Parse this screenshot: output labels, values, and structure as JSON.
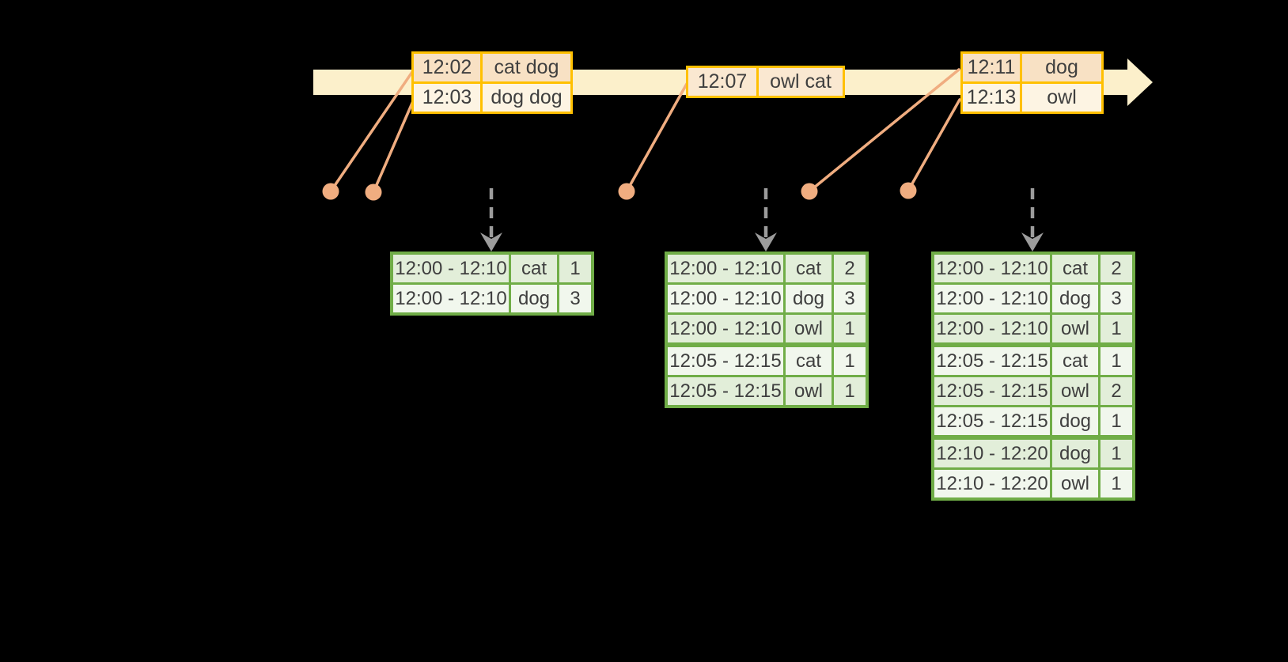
{
  "colors": {
    "background": "#000000",
    "timeline_band": "#fcf0cb",
    "event_table_border": "#ffc000",
    "event_row_dark": "#f8e1c4",
    "event_row_medium": "#fae8d1",
    "event_row_light": "#fdf4e3",
    "connector_salmon": "#f0ad80",
    "trigger_arrow_gray": "#9c9c9c",
    "result_table_border": "#70ad47",
    "result_row_dark": "#e2eed9",
    "result_row_light": "#f1f7ed",
    "text": "#3f3f3f"
  },
  "event_tables": [
    {
      "name": "input-batch-1",
      "rows": [
        {
          "time": "12:02",
          "words": "cat dog",
          "shade": "dark"
        },
        {
          "time": "12:03",
          "words": "dog dog",
          "shade": "light"
        }
      ]
    },
    {
      "name": "input-batch-2",
      "rows": [
        {
          "time": "12:07",
          "words": "owl cat",
          "shade": "medium"
        }
      ]
    },
    {
      "name": "input-batch-3",
      "rows": [
        {
          "time": "12:11",
          "words": "dog",
          "shade": "dark"
        },
        {
          "time": "12:13",
          "words": "owl",
          "shade": "light"
        }
      ]
    }
  ],
  "result_tables": [
    {
      "name": "result-table-1",
      "rows": [
        {
          "window": "12:00 - 12:10",
          "word": "cat",
          "count": "1",
          "shade": "dark"
        },
        {
          "window": "12:00 - 12:10",
          "word": "dog",
          "count": "3",
          "shade": "light"
        }
      ]
    },
    {
      "name": "result-table-2",
      "rows": [
        {
          "window": "12:00 - 12:10",
          "word": "cat",
          "count": "2",
          "shade": "dark"
        },
        {
          "window": "12:00 - 12:10",
          "word": "dog",
          "count": "3",
          "shade": "light"
        },
        {
          "window": "12:00 - 12:10",
          "word": "owl",
          "count": "1",
          "shade": "dark"
        },
        {
          "window": "12:05 - 12:15",
          "word": "cat",
          "count": "1",
          "shade": "light",
          "group_start": true
        },
        {
          "window": "12:05 - 12:15",
          "word": "owl",
          "count": "1",
          "shade": "dark"
        }
      ]
    },
    {
      "name": "result-table-3",
      "rows": [
        {
          "window": "12:00 - 12:10",
          "word": "cat",
          "count": "2",
          "shade": "dark"
        },
        {
          "window": "12:00 - 12:10",
          "word": "dog",
          "count": "3",
          "shade": "light"
        },
        {
          "window": "12:00 - 12:10",
          "word": "owl",
          "count": "1",
          "shade": "dark"
        },
        {
          "window": "12:05 - 12:15",
          "word": "cat",
          "count": "1",
          "shade": "light",
          "group_start": true
        },
        {
          "window": "12:05 - 12:15",
          "word": "owl",
          "count": "2",
          "shade": "dark"
        },
        {
          "window": "12:05 - 12:15",
          "word": "dog",
          "count": "1",
          "shade": "light"
        },
        {
          "window": "12:10 - 12:20",
          "word": "dog",
          "count": "1",
          "shade": "dark",
          "group_start": true
        },
        {
          "window": "12:10 - 12:20",
          "word": "owl",
          "count": "1",
          "shade": "light"
        }
      ]
    }
  ]
}
